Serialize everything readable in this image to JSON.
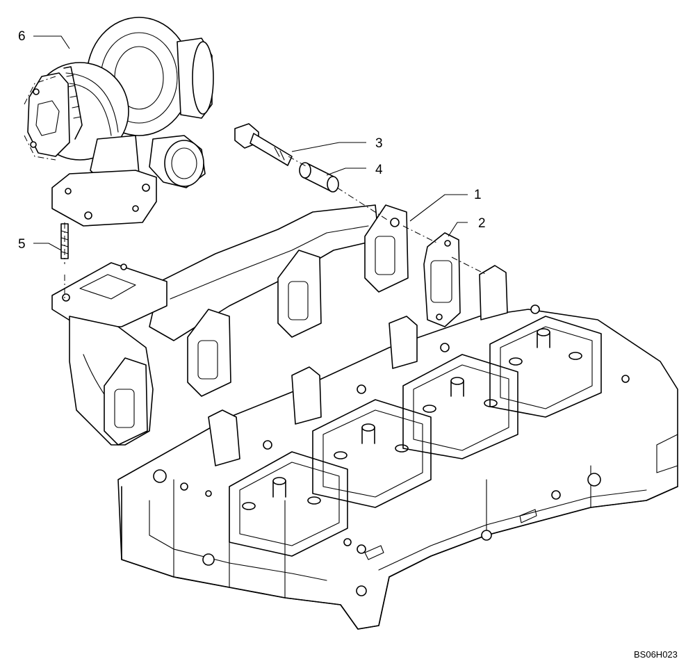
{
  "figure": {
    "reference_code": "BS06H023"
  },
  "callouts": [
    {
      "id": "callout-1",
      "number": "1",
      "part": "exhaust-manifold"
    },
    {
      "id": "callout-2",
      "number": "2",
      "part": "manifold-gasket"
    },
    {
      "id": "callout-3",
      "number": "3",
      "part": "flange-bolt"
    },
    {
      "id": "callout-4",
      "number": "4",
      "part": "spacer-sleeve"
    },
    {
      "id": "callout-5",
      "number": "5",
      "part": "stud"
    },
    {
      "id": "callout-6",
      "number": "6",
      "part": "turbocharger"
    }
  ]
}
